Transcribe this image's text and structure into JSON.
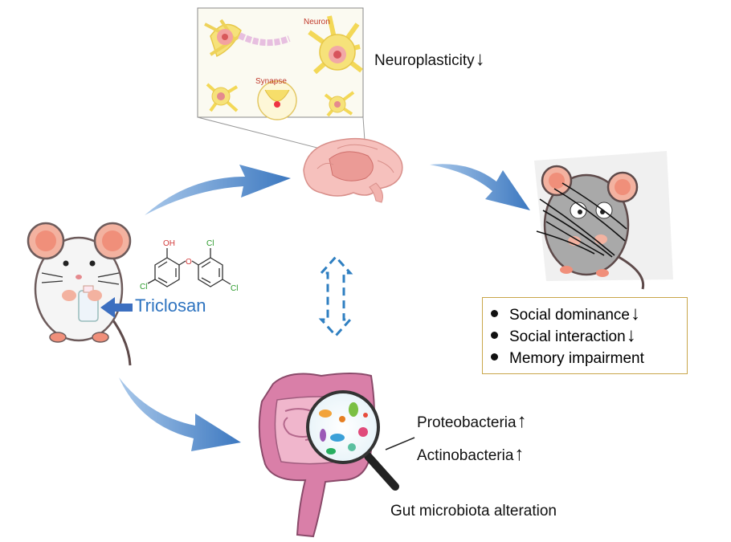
{
  "neuron_panel": {
    "neuron_label": "Neuron",
    "synapse_label": "Synapse"
  },
  "neuroplasticity": {
    "label": "Neuroplasticity",
    "direction": "↓"
  },
  "compound": {
    "name": "Triclosan",
    "name_color": "#2f74c0",
    "atoms": {
      "hydroxyl": "OH",
      "ether": "O",
      "chloro": "Cl"
    }
  },
  "behavior_effects": [
    {
      "label": "Social dominance",
      "direction": "↓"
    },
    {
      "label": "Social interaction",
      "direction": "↓"
    },
    {
      "label": "Memory impairment",
      "direction": ""
    }
  ],
  "microbiota": [
    {
      "label": "Proteobacteria",
      "direction": "↑"
    },
    {
      "label": "Actinobacteria",
      "direction": "↑"
    }
  ],
  "gut_label": "Gut microbiota alteration",
  "colors": {
    "arrow": "#4a86c8",
    "dashed_arrow": "#2f7fc1",
    "box_border": "#c9a64a",
    "gut": "#c96a9a",
    "brain": "#f4b7b5"
  }
}
